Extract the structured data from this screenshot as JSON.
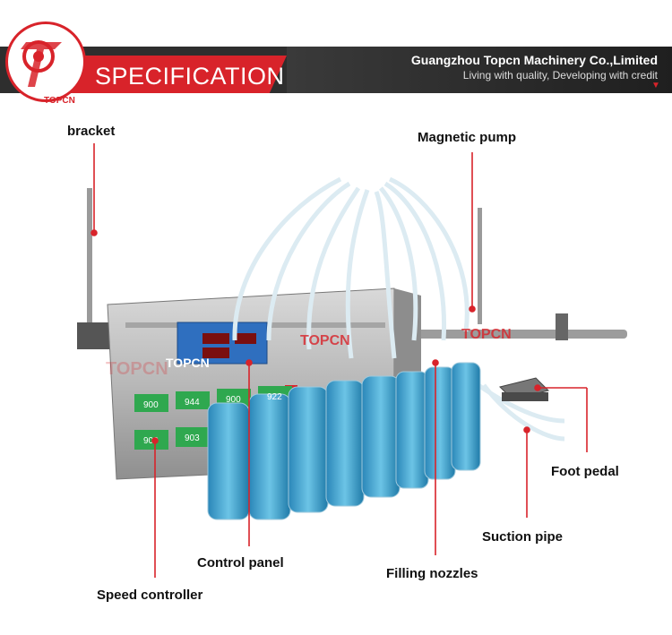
{
  "header": {
    "logo_text": "TOPCN",
    "section_title": "SPECIFICATION",
    "company_name": "Guangzhou Topcn Machinery Co.,Limited",
    "tagline": "Living with quality, Developing with credit"
  },
  "labels": {
    "bracket": "bracket",
    "magnetic_pump": "Magnetic pump",
    "foot_pedal": "Foot pedal",
    "suction_pipe": "Suction pipe",
    "control_panel": "Control panel",
    "filling_nozzles": "Filling nozzles",
    "speed_controller": "Speed controller"
  },
  "machine": {
    "brand_marks": [
      "TOPCN",
      "TOPCN",
      "TOPCN",
      "TOPCN"
    ],
    "displays": [
      "900",
      "944",
      "900",
      "922",
      "900",
      "903"
    ]
  },
  "colors": {
    "accent_red": "#d8232a",
    "banner_dark": "#2e2e2e",
    "liquid_blue": "#3aa7d6",
    "display_green": "#2fa84f"
  }
}
